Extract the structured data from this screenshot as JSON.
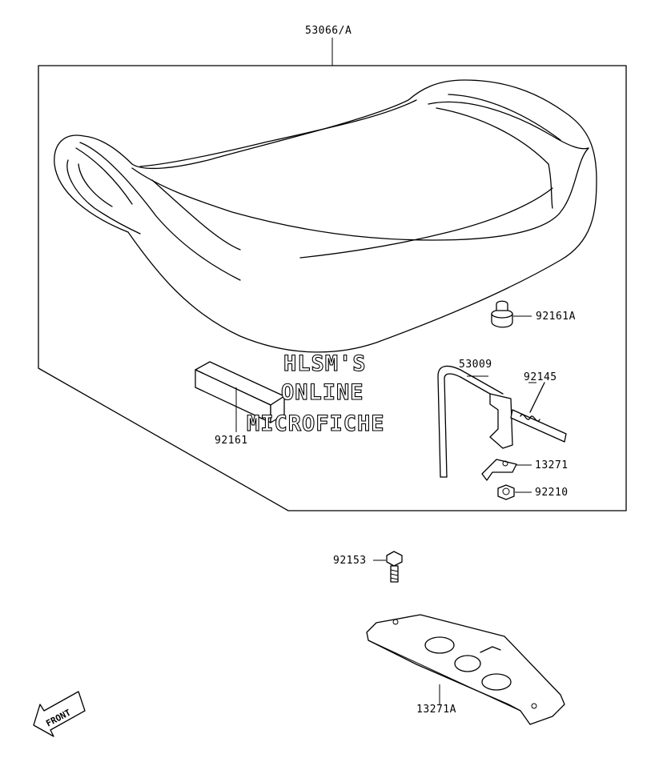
{
  "parts": {
    "seat_assy": "53066/A",
    "seat_hook": "53009",
    "spring": "92145",
    "damper": "92161A",
    "cushion_block": "92161",
    "bracket": "13271",
    "nut": "92210",
    "bolt": "92153",
    "plate": "13271A"
  },
  "watermark": {
    "line1": "HLSM'S",
    "line2": "ONLINE",
    "line3": "MICROFICHE"
  },
  "front_label": "FRONT"
}
